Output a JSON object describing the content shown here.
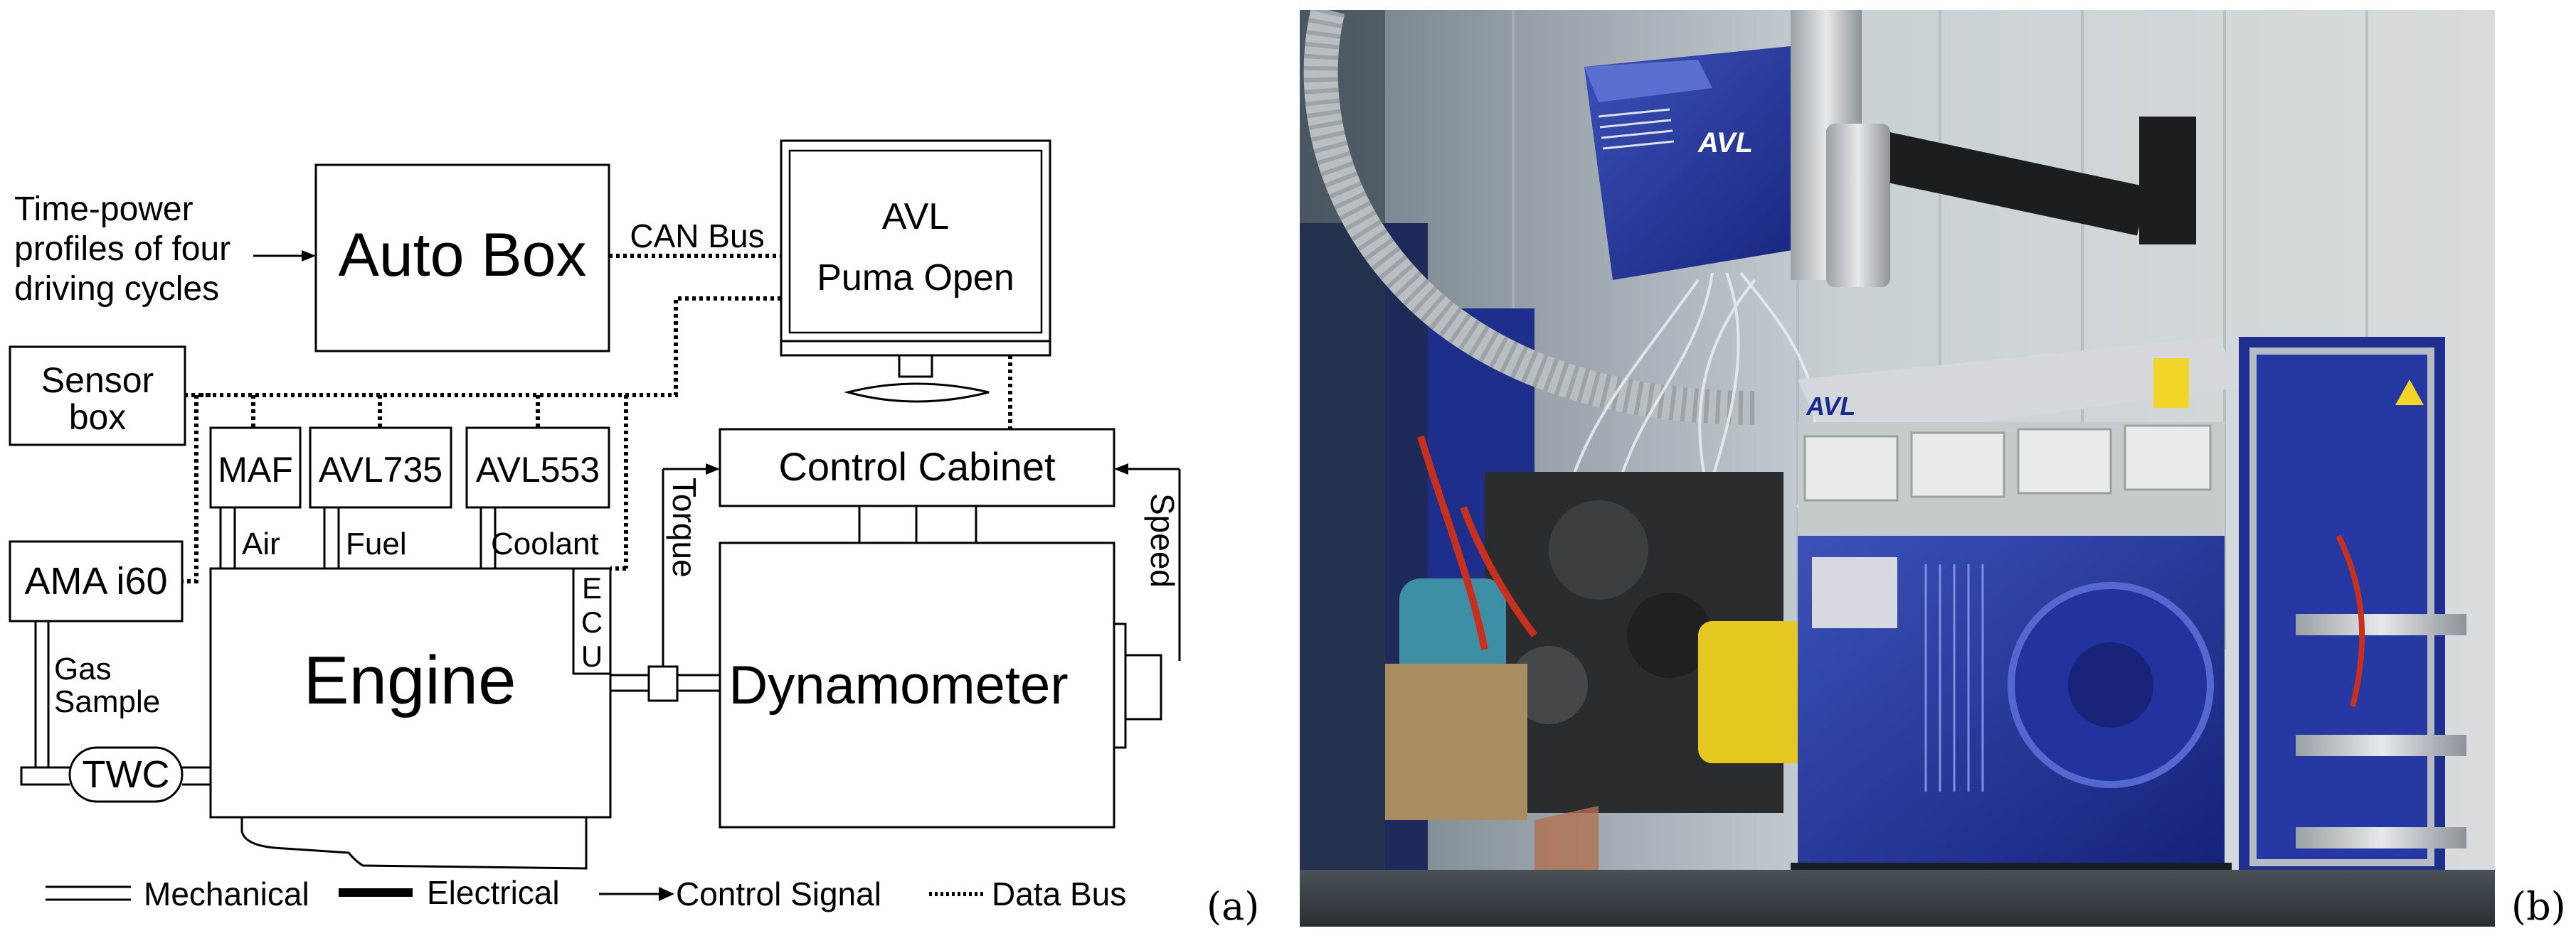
{
  "diagram": {
    "time_power_label": [
      "Time-power",
      "profiles of four",
      "driving cycles"
    ],
    "auto_box": "Auto Box",
    "can_bus": "CAN Bus",
    "avl_puma": [
      "AVL",
      "Puma Open"
    ],
    "sensor_box": [
      "Sensor",
      "box"
    ],
    "maf": "MAF",
    "avl735": "AVL735",
    "avl553": "AVL553",
    "air": "Air",
    "fuel": "Fuel",
    "coolant": "Coolant",
    "ama_i60": "AMA i60",
    "gas_sample": [
      "Gas",
      "Sample"
    ],
    "twc": "TWC",
    "engine": "Engine",
    "ecu": [
      "E",
      "C",
      "U"
    ],
    "torque": "Torque",
    "control_cabinet": "Control Cabinet",
    "speed": "Speed",
    "dynamometer": "Dynamometer",
    "legend": {
      "mechanical": "Mechanical",
      "electrical": "Electrical",
      "control_signal": "Control Signal",
      "data_bus": "Data Bus"
    }
  },
  "photo": {
    "avl_logo": "AVL"
  },
  "panel_labels": {
    "a": "(a)",
    "b": "(b)"
  }
}
